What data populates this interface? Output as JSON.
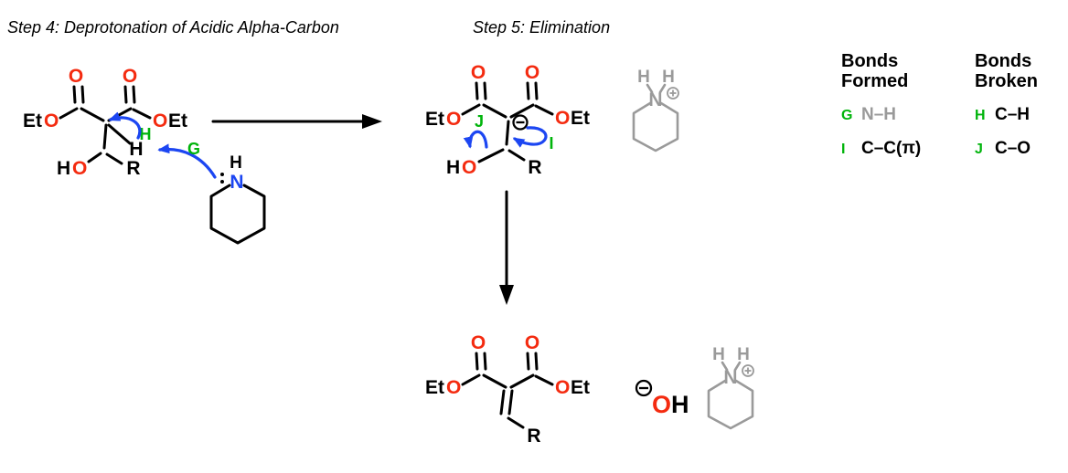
{
  "titles": {
    "step4": "Step 4: Deprotonation of Acidic Alpha-Carbon",
    "step5": "Step 5: Elimination"
  },
  "atoms": {
    "Et": "Et",
    "O": "O",
    "H": "H",
    "N": "N",
    "R": "R"
  },
  "arrow_labels": {
    "G": "G",
    "H": "H",
    "I": "I",
    "J": "J"
  },
  "charges": {
    "minus": "⊖",
    "plus": "⊕"
  },
  "legend": {
    "formed": {
      "title": [
        "Bonds",
        "Formed"
      ],
      "items": [
        {
          "key": "G",
          "bond": "N–H"
        },
        {
          "key": "I",
          "bond": "C–C(π)"
        }
      ]
    },
    "broken": {
      "title": [
        "Bonds",
        "Broken"
      ],
      "items": [
        {
          "key": "H",
          "bond": "C–H"
        },
        {
          "key": "J",
          "bond": "C–O"
        }
      ]
    }
  },
  "colors": {
    "red": "#f42b10",
    "green": "#00b40b",
    "blue": "#1c46f2",
    "gray": "#9a9a9a",
    "black": "#000000"
  }
}
